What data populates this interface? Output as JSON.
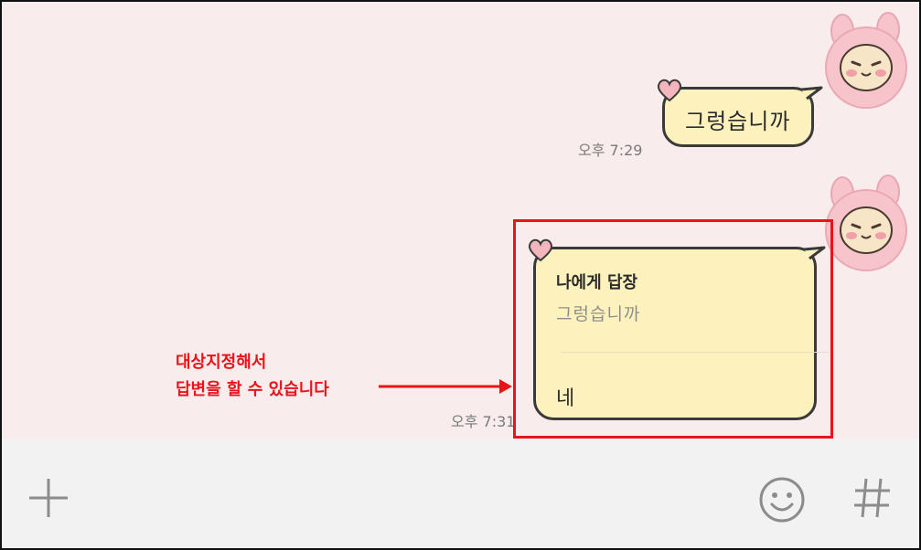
{
  "messages": [
    {
      "text": "그렁습니까",
      "time": "오후 7:29"
    },
    {
      "reply_label": "나에게 답장",
      "reply_quote": "그렁습니까",
      "text": "네",
      "time": "오후 7:31"
    }
  ],
  "annotation": {
    "line1": "대상지정해서",
    "line2": "답변을 할 수 있습니다"
  },
  "colors": {
    "bubble": "#fdf2bd",
    "chat_background": "#f8ecec",
    "annotation_red": "#e8141a",
    "input_bar": "#f2f2f2"
  },
  "icons": {
    "avatar": "pink-bunny-hood-character",
    "attach": "plus-icon",
    "emoji": "smiley-icon",
    "hashtag": "hash-icon",
    "bubble_decoration": "heart-icon"
  }
}
